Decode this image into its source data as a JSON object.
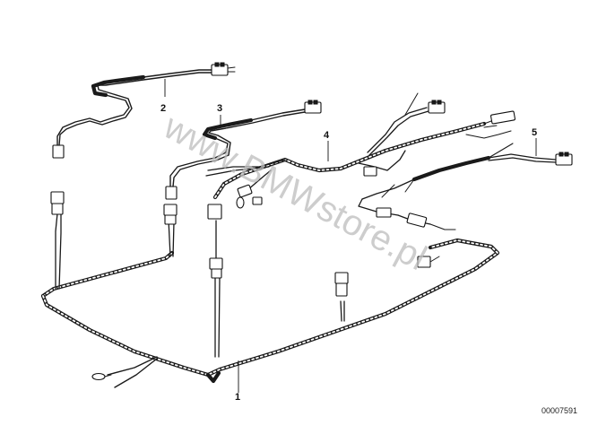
{
  "diagram": {
    "watermark": "www.BMWstore.pl",
    "reference_number": "00007591",
    "callouts": [
      {
        "id": "1",
        "label": "1"
      },
      {
        "id": "2",
        "label": "2"
      },
      {
        "id": "3",
        "label": "3"
      },
      {
        "id": "4",
        "label": "4"
      },
      {
        "id": "5",
        "label": "5"
      }
    ]
  }
}
